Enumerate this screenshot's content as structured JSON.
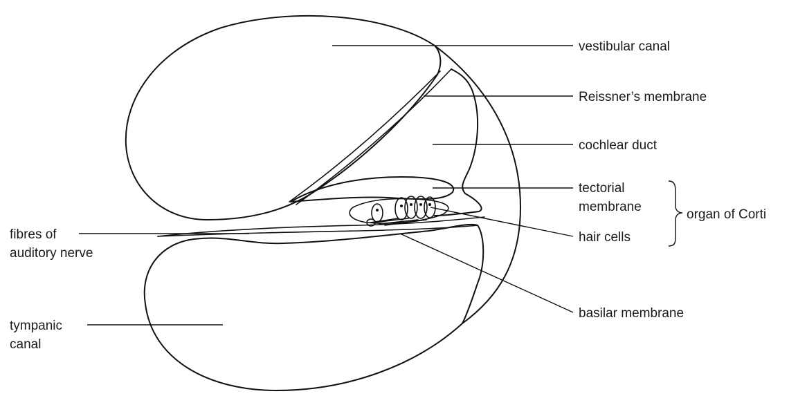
{
  "labels": {
    "vestibular_canal": "vestibular canal",
    "reissners_membrane": "Reissner’s membrane",
    "cochlear_duct": "cochlear duct",
    "tectorial_membrane_line1": "tectorial",
    "tectorial_membrane_line2": "membrane",
    "hair_cells": "hair cells",
    "organ_of_corti": "organ of Corti",
    "fibres_line1": "fibres of",
    "fibres_line2": "auditory nerve",
    "basilar_membrane": "basilar membrane",
    "tympanic_line1": "tympanic",
    "tympanic_line2": "canal"
  }
}
